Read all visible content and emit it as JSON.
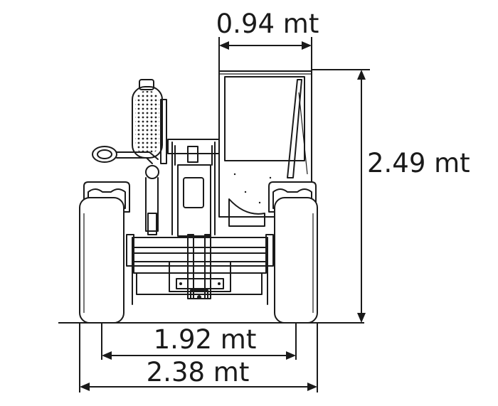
{
  "dimensions": {
    "cab_width": "0.94 mt",
    "overall_height": "2.49 mt",
    "track_width": "1.92 mt",
    "overall_width": "2.38 mt"
  }
}
